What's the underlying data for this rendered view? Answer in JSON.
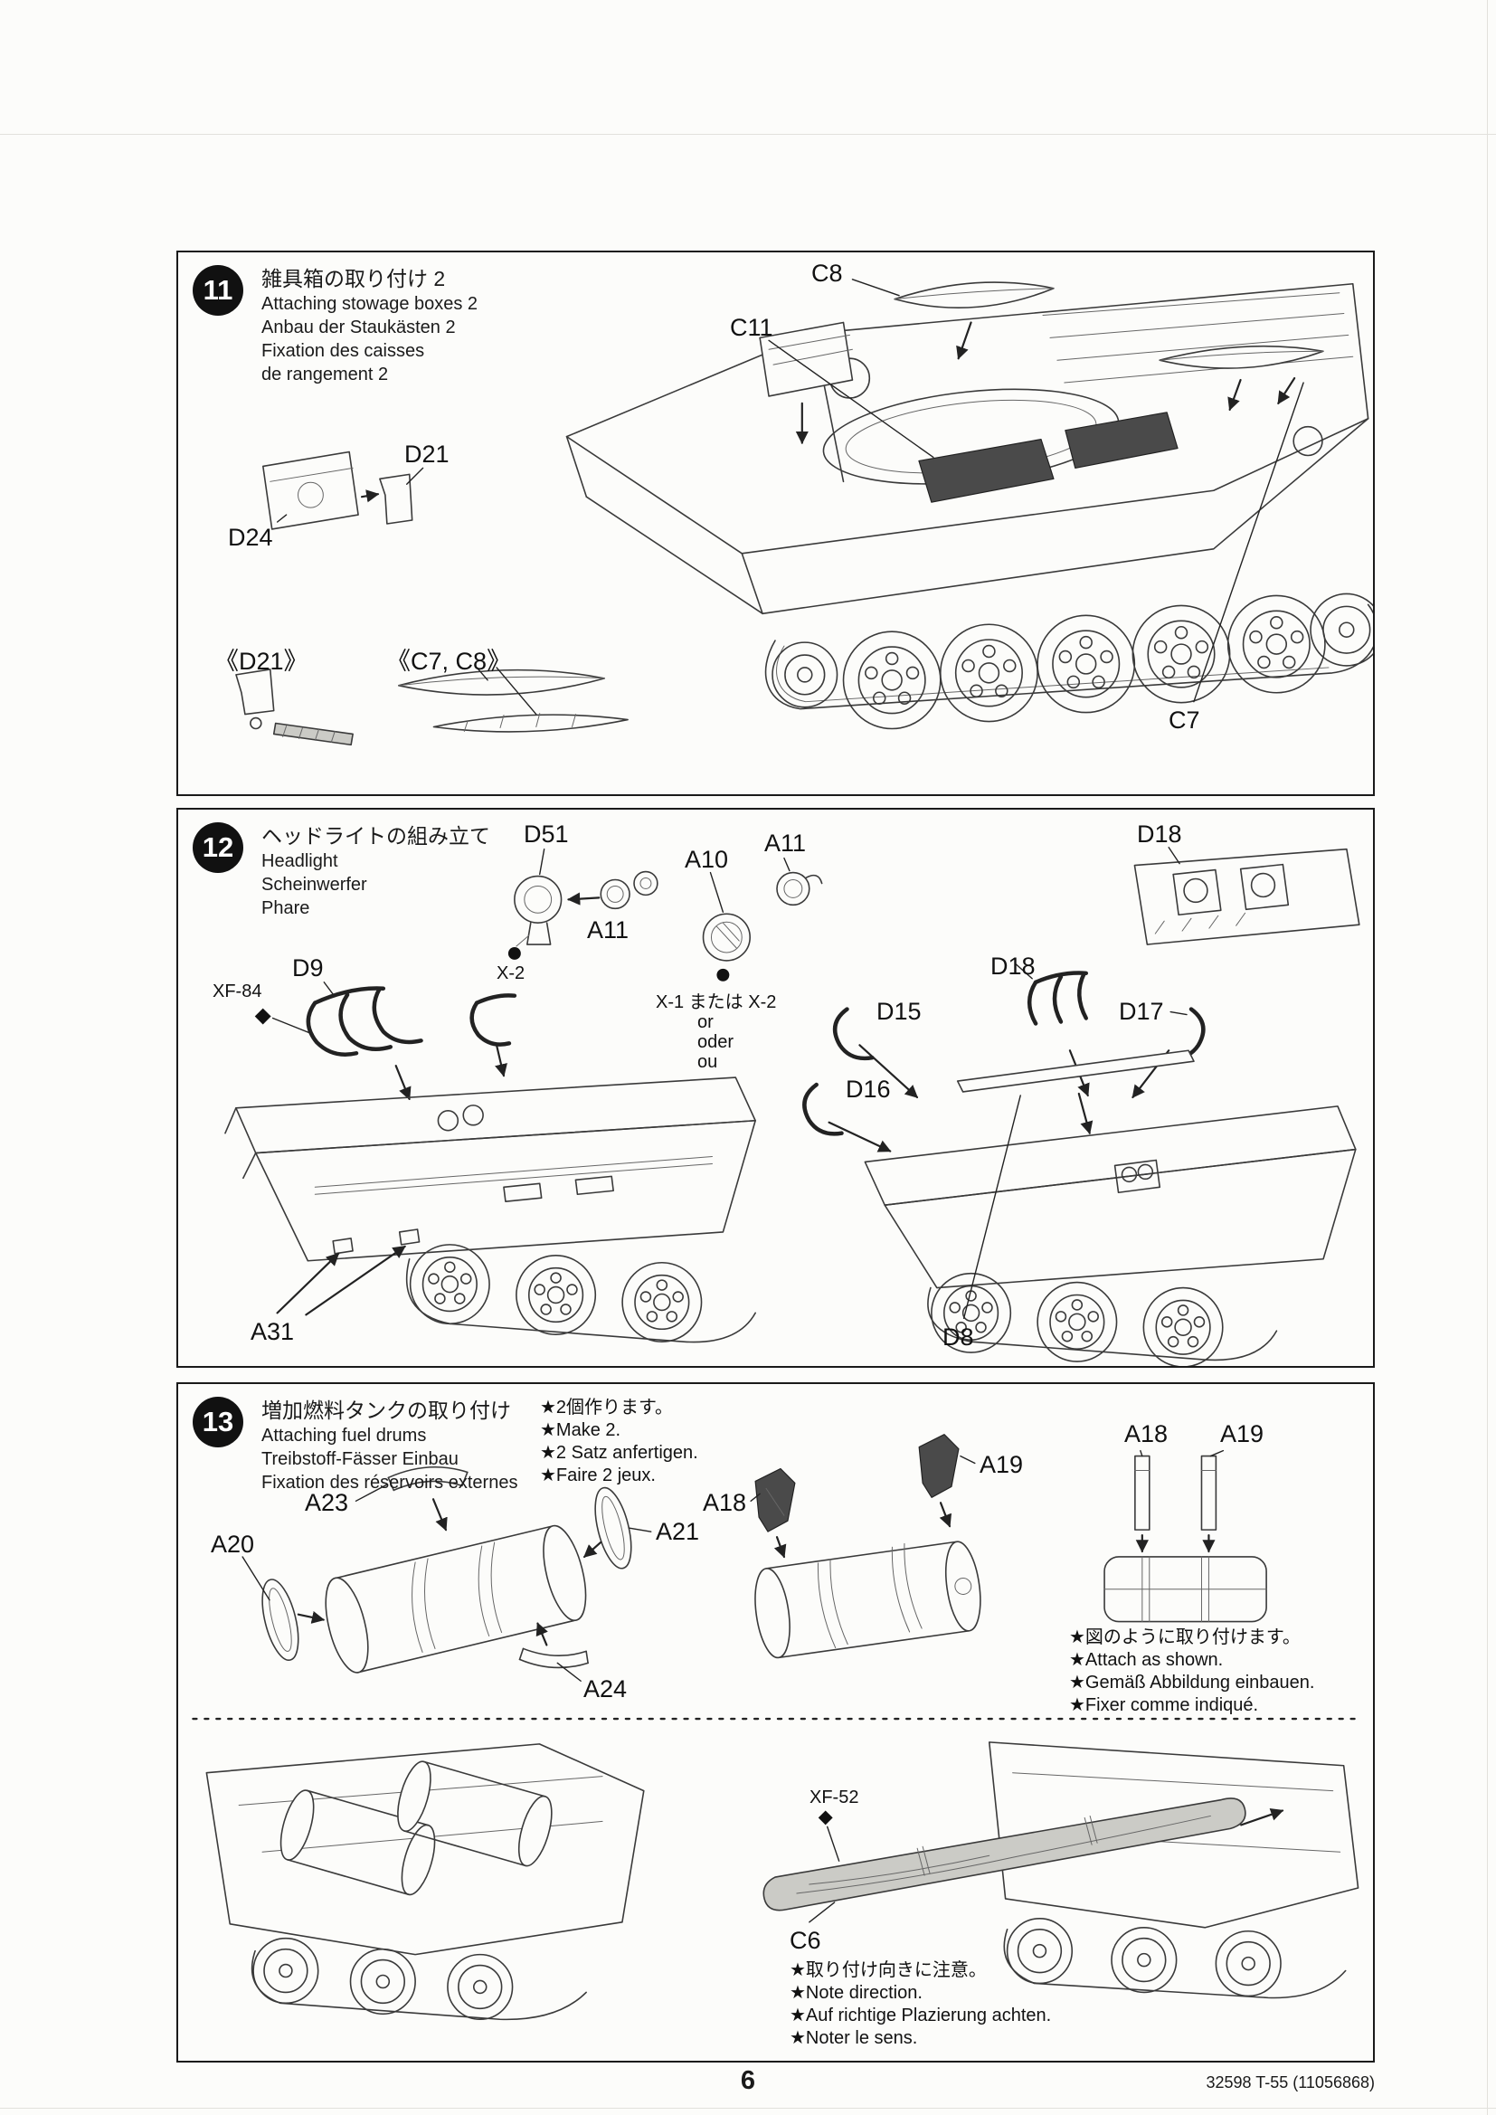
{
  "page": {
    "number": "6",
    "catalog": "32598 T-55 (11056868)"
  },
  "steps": [
    {
      "number": "11",
      "titles": [
        "雑具箱の取り付け 2",
        "Attaching stowage boxes 2",
        "Anbau der Staukästen 2",
        "Fixation des caisses",
        "de rangement 2"
      ],
      "parts": {
        "c8": "C8",
        "c11": "C11",
        "d21": "D21",
        "d24": "D24",
        "d21_alt": "《D21》",
        "c7c8_alt": "《C7, C8》",
        "c7": "C7"
      }
    },
    {
      "number": "12",
      "titles": [
        "ヘッドライトの組み立て",
        "Headlight",
        "Scheinwerfer",
        "Phare"
      ],
      "parts": {
        "d51": "D51",
        "a11_a": "A11",
        "a10": "A10",
        "a11_b": "A11",
        "d18_fender": "D18",
        "d9": "D9",
        "d15": "D15",
        "d16": "D16",
        "d17": "D17",
        "d18_guard": "D18",
        "a31": "A31",
        "d8": "D8"
      },
      "paint": {
        "x2": "X-2",
        "xf84": "XF-84",
        "x1x2": "X-1 または X-2",
        "or": "or",
        "oder": "oder",
        "ou": "ou"
      }
    },
    {
      "number": "13",
      "titles": [
        "増加燃料タンクの取り付け",
        "Attaching fuel drums",
        "Treibstoff-Fässer Einbau",
        "Fixation des réservoirs externes"
      ],
      "make_notes": [
        "★2個作ります。",
        "★Make 2.",
        "★2 Satz anfertigen.",
        "★Faire 2 jeux."
      ],
      "attach_notes": [
        "★図のように取り付けます。",
        "★Attach as shown.",
        "★Gemäß Abbildung einbauen.",
        "★Fixer comme indiqué."
      ],
      "direction_notes": [
        "★取り付け向きに注意。",
        "★Note direction.",
        "★Auf richtige Plazierung achten.",
        "★Noter le sens."
      ],
      "parts": {
        "a23": "A23",
        "a20": "A20",
        "a21": "A21",
        "a24": "A24",
        "a18_mid": "A18",
        "a19_mid": "A19",
        "a18_side": "A18",
        "a19_side": "A19",
        "c6": "C6"
      },
      "paint": {
        "xf52": "XF-52"
      }
    }
  ]
}
